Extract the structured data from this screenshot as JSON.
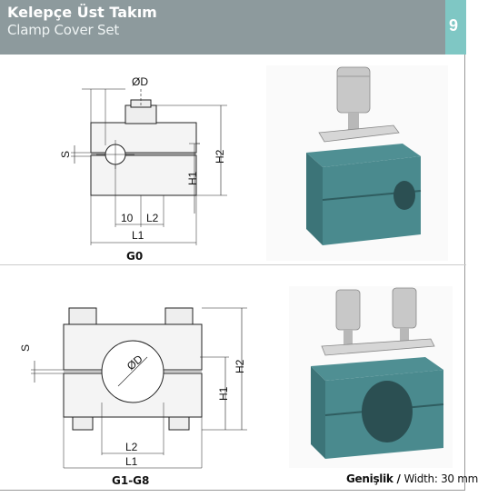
{
  "header": {
    "title_tr": "Kelepçe Üst Takım",
    "title_en": "Clamp Cover Set",
    "page_number": "9"
  },
  "drawings": {
    "g0": {
      "label": "G0",
      "dims": {
        "diameter": "ØD",
        "s": "S",
        "h1": "H1",
        "h2": "H2",
        "ten": "10",
        "l2": "L2",
        "l1": "L1"
      }
    },
    "g1": {
      "label": "G1-G8",
      "dims": {
        "diameter": "ØD",
        "s": "S",
        "h1": "H1",
        "h2": "H2",
        "l2": "L2",
        "l1": "L1"
      }
    }
  },
  "footer": {
    "width_tr": "Genişlik",
    "slash": " / ",
    "width_en": "Width: 30 mm"
  },
  "colors": {
    "header": "#8d9a9d",
    "tab": "#7fc7c4",
    "clamp_body": "#4a8a8e"
  }
}
